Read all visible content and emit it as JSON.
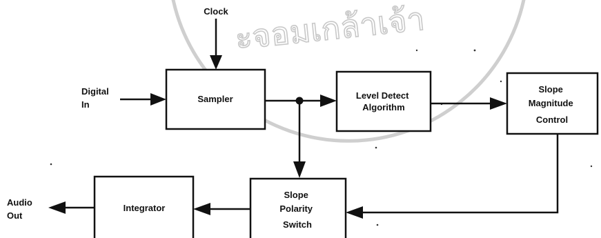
{
  "blocks": {
    "sampler": {
      "lines": [
        "Sampler"
      ]
    },
    "level_detect": {
      "lines": [
        "Level Detect",
        "Algorithm"
      ]
    },
    "slope_magnitude": {
      "lines": [
        "Slope",
        "Magnitude",
        "Control"
      ]
    },
    "slope_polarity": {
      "lines": [
        "Slope",
        "Polarity",
        "Switch"
      ]
    },
    "integrator": {
      "lines": [
        "Integrator"
      ]
    }
  },
  "signals": {
    "clock": "Clock",
    "digital_in": [
      "Digital",
      "In"
    ],
    "audio_out": [
      "Audio",
      "Out"
    ]
  },
  "watermark": {
    "text": "ะจอมเกล้าเจ้า"
  },
  "colors": {
    "ink": "#111111",
    "watermark": "#c8c8c8"
  }
}
